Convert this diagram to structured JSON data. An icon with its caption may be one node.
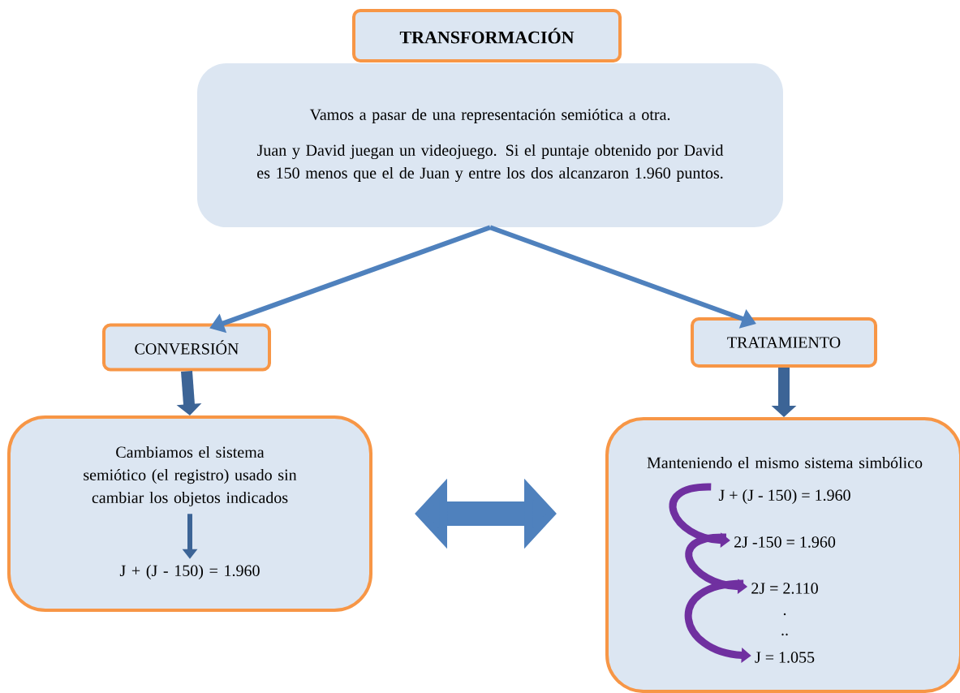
{
  "diagram": {
    "nodes": [
      {
        "text": [
          "TRANSFORMACIÓN"
        ]
      },
      {
        "text": [
          "Vamos a pasar de una representación semiótica a otra.",
          "Juan y David juegan un videojuego. Si el puntaje obtenido por David es 150 menos que el de Juan y entre los dos alcanzaron 1.960 puntos."
        ]
      },
      {
        "text": [
          "CONVERSIÓN"
        ]
      },
      {
        "text": [
          "TRATAMIENTO"
        ]
      },
      {
        "text": [],
        "shape": "box"
      },
      {
        "text": [
          "Cambiamos el sistema semiótico (el registro) usado sin cambiar los objetos indicados"
        ],
        "in": 4
      },
      {
        "text": [
          "J + (J - 150) = 1.960"
        ],
        "in": 4
      },
      {
        "text": [
          "Manteniendo el mismo sistema simbólico"
        ]
      },
      {
        "text": [
          "J + (J - 150) = 1.960"
        ],
        "in": 7
      },
      {
        "text": [
          "2J -150 = 1.960"
        ],
        "in": 7
      },
      {
        "text": [
          "2J = 2.110"
        ],
        "in": 7
      },
      {
        "text": [
          "J = 1.055"
        ],
        "in": 7
      }
    ],
    "edges": [
      {
        "from": 1,
        "to": 2,
        "arrow": "to"
      },
      {
        "from": 1,
        "to": 3,
        "arrow": "to"
      },
      {
        "from": 2,
        "to": 4,
        "arrow": "to",
        "color": "#3c6496"
      },
      {
        "from": 3,
        "to": 7,
        "arrow": "to",
        "color": "#3c6496"
      },
      {
        "from": 4,
        "to": 7,
        "arrow": "both",
        "style": "thick"
      },
      {
        "from": 5,
        "to": 6,
        "arrow": "to",
        "color": "#3c6496"
      },
      {
        "from": 8,
        "to": 9,
        "arrow": "to",
        "color": "#7030a0"
      },
      {
        "from": 9,
        "to": 10,
        "arrow": "to",
        "color": "#7030a0"
      },
      {
        "from": 10,
        "to": 11,
        "arrow": "to",
        "color": "#7030a0"
      }
    ],
    "labels": [
      ".",
      ".."
    ]
  }
}
